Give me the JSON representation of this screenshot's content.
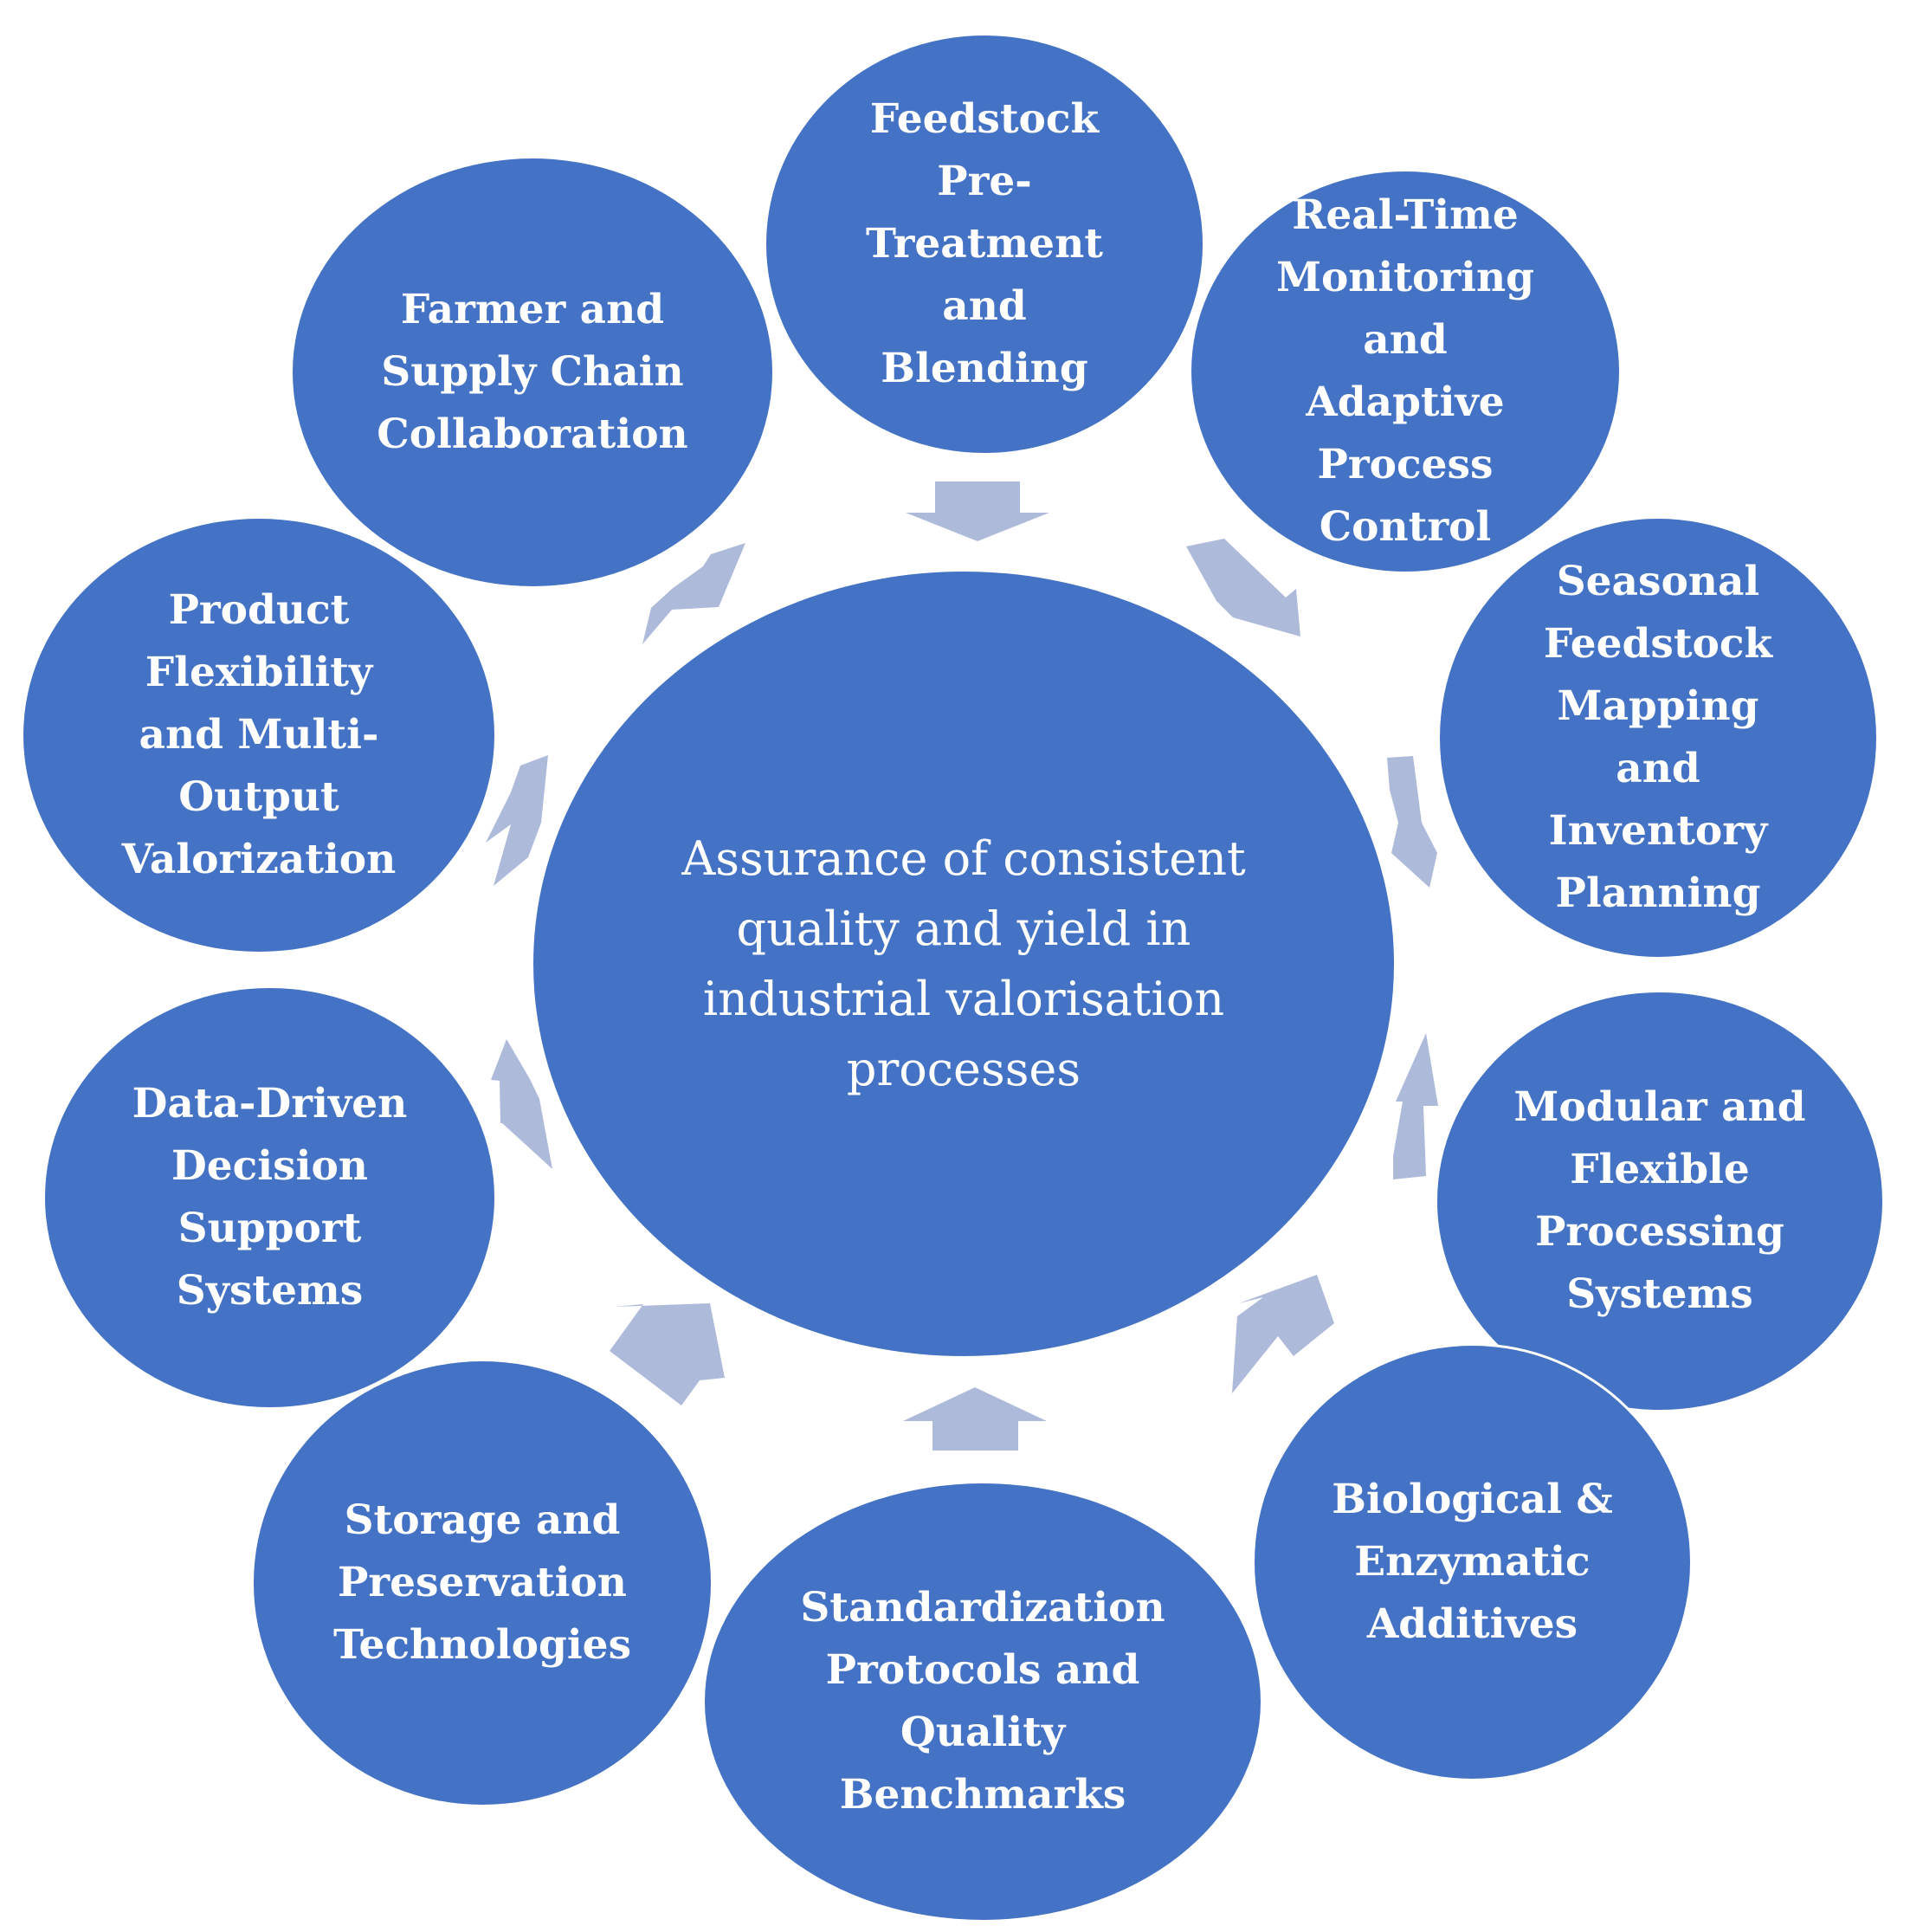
{
  "colors": {
    "node_fill": "#4472c4",
    "arrow_fill": "#aebad9",
    "text": "#ffffff"
  },
  "center": {
    "label": "Assurance of consistent\nquality and yield in\nindustrial valorisation\nprocesses"
  },
  "nodes": [
    {
      "id": "feedstock-pretreatment",
      "label": "Feedstock\nPre-\nTreatment\nand\nBlending"
    },
    {
      "id": "real-time-monitoring",
      "label": "Real-Time\nMonitoring\nand\nAdaptive\nProcess\nControl"
    },
    {
      "id": "seasonal-feedstock-mapping",
      "label": "Seasonal\nFeedstock\nMapping\nand\nInventory\nPlanning"
    },
    {
      "id": "modular-flexible-processing",
      "label": "Modular and\nFlexible\nProcessing\nSystems"
    },
    {
      "id": "biological-enzymatic-additives",
      "label": "Biological &\nEnzymatic\nAdditives"
    },
    {
      "id": "standardization-protocols",
      "label": "Standardization\nProtocols and\nQuality\nBenchmarks"
    },
    {
      "id": "storage-preservation",
      "label": "Storage and\nPreservation\nTechnologies"
    },
    {
      "id": "data-driven-decision-support",
      "label": "Data-Driven\nDecision\nSupport\nSystems"
    },
    {
      "id": "product-flexibility",
      "label": "Product\nFlexibility\nand Multi-\nOutput\nValorization"
    },
    {
      "id": "farmer-supply-chain",
      "label": "Farmer and\nSupply Chain\nCollaboration"
    }
  ]
}
